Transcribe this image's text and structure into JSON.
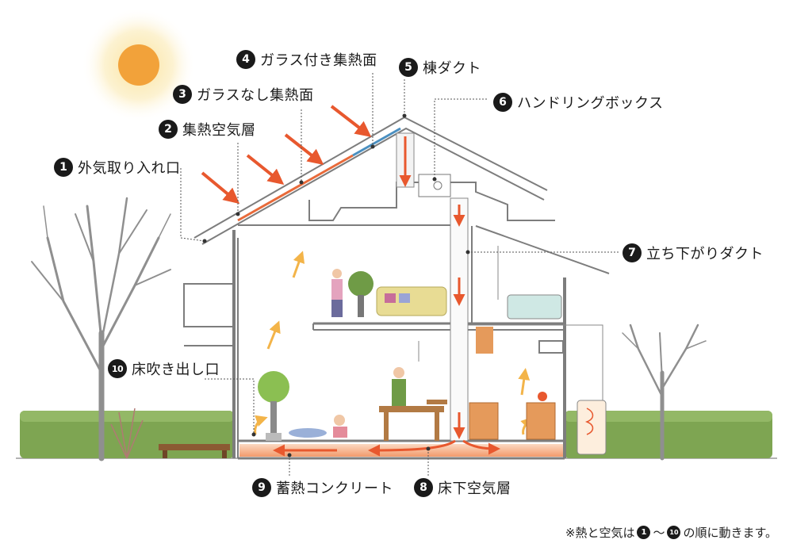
{
  "labels": [
    {
      "num": "1",
      "text": "外気取り入れ口"
    },
    {
      "num": "2",
      "text": "集熱空気層"
    },
    {
      "num": "3",
      "text": "ガラスなし集熱面"
    },
    {
      "num": "4",
      "text": "ガラス付き集熱面"
    },
    {
      "num": "5",
      "text": "棟ダクト"
    },
    {
      "num": "6",
      "text": "ハンドリングボックス"
    },
    {
      "num": "7",
      "text": "立ち下がりダクト"
    },
    {
      "num": "8",
      "text": "床下空気層"
    },
    {
      "num": "9",
      "text": "蓄熱コンクリート"
    },
    {
      "num": "10",
      "text": "床吹き出し口"
    }
  ],
  "footnote": {
    "prefix": "※熱と空気は",
    "from": "1",
    "tilde": "〜",
    "to": "10",
    "suffix": "の順に動きます。"
  },
  "colors": {
    "sun": "#f2a23a",
    "sun_glow": "#fbe7a6",
    "warm_arrow": "#e8582e",
    "rising_arrow": "#f3b449",
    "heat_layer": "#f7c6a8",
    "outline": "#777777",
    "hedge": "#6f9b46",
    "tree": "#8a8a8a"
  }
}
